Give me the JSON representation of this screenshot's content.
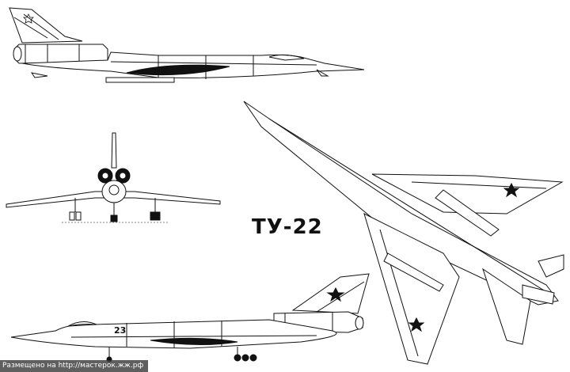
{
  "title": "ТУ-22",
  "tail_number": "23",
  "credit": "Размещено на http://мастерок.жж.рф",
  "views": [
    {
      "name": "side-view-top"
    },
    {
      "name": "front-view"
    },
    {
      "name": "plan-view"
    },
    {
      "name": "side-view-bottom"
    }
  ],
  "colors": {
    "line": "#111111",
    "fill": "#ffffff",
    "credit_bg": "#3c3c3c"
  }
}
